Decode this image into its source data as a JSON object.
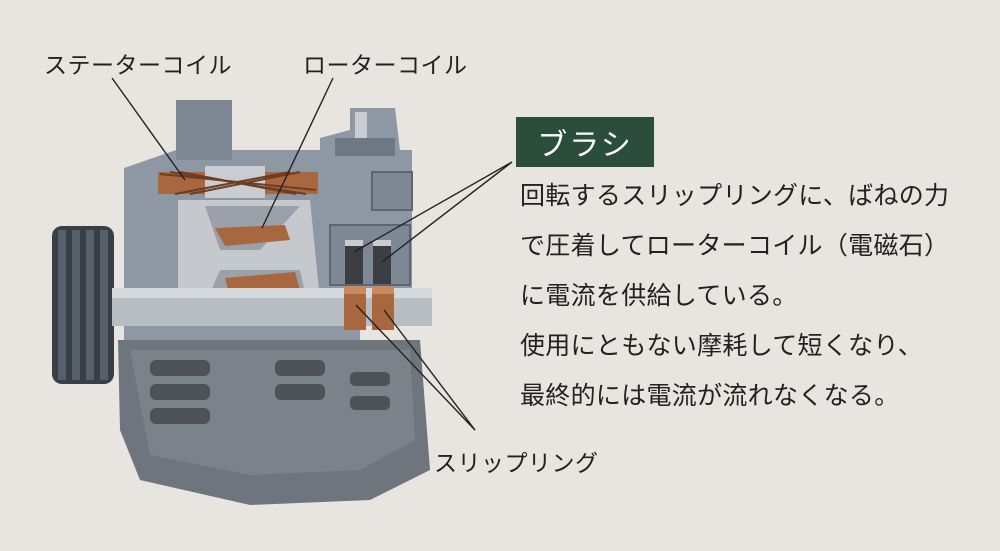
{
  "labels": {
    "stator_coil": "ステーターコイル",
    "rotor_coil": "ローターコイル",
    "slip_ring": "スリップリング"
  },
  "brush_box": {
    "title": "ブラシ",
    "background_color": "#2b4d3b",
    "lines": [
      "回転するスリップリングに、ばねの力",
      "で圧着してローターコイル（電磁石）",
      "に電流を供給している。",
      "使用にともない摩耗して短くなり、",
      "最終的には電流が流れなくなる。"
    ]
  },
  "colors": {
    "background": "#e8e4e0",
    "housing": "#8d98a4",
    "housing_dark": "#5c6570",
    "copper": "#a8673f",
    "leader_line": "#222222"
  }
}
